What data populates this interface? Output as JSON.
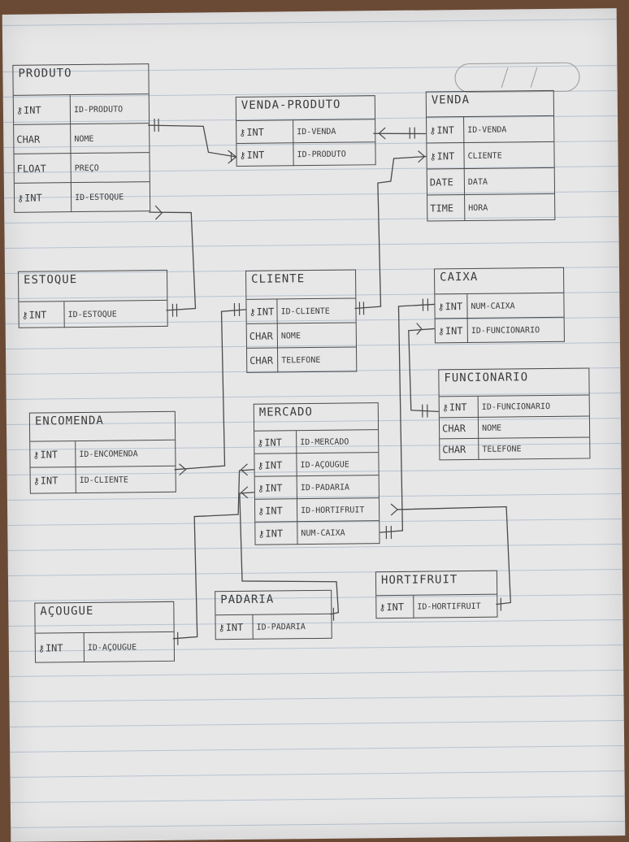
{
  "diagram": {
    "ink_color": "#3c3c3c",
    "tables": [
      {
        "id": "produto",
        "name": "PRODUTO",
        "columns": [
          {
            "type": "INT",
            "name": "ID-PRODUTO",
            "pk": true
          },
          {
            "type": "CHAR",
            "name": "NOME",
            "pk": false
          },
          {
            "type": "FLOAT",
            "name": "PREÇO",
            "pk": false
          },
          {
            "type": "INT",
            "name": "ID-ESTOQUE",
            "pk": true
          }
        ]
      },
      {
        "id": "venda_produto",
        "name": "VENDA-PRODUTO",
        "columns": [
          {
            "type": "INT",
            "name": "ID-VENDA",
            "pk": true
          },
          {
            "type": "INT",
            "name": "ID-PRODUTO",
            "pk": true
          }
        ]
      },
      {
        "id": "venda",
        "name": "VENDA",
        "columns": [
          {
            "type": "INT",
            "name": "ID-VENDA",
            "pk": true
          },
          {
            "type": "INT",
            "name": "CLIENTE",
            "pk": true
          },
          {
            "type": "DATE",
            "name": "DATA",
            "pk": false
          },
          {
            "type": "TIME",
            "name": "HORA",
            "pk": false
          }
        ]
      },
      {
        "id": "estoque",
        "name": "ESTOQUE",
        "columns": [
          {
            "type": "INT",
            "name": "ID-ESTOQUE",
            "pk": true
          }
        ]
      },
      {
        "id": "cliente",
        "name": "CLIENTE",
        "columns": [
          {
            "type": "INT",
            "name": "ID-CLIENTE",
            "pk": true
          },
          {
            "type": "CHAR",
            "name": "NOME",
            "pk": false
          },
          {
            "type": "CHAR",
            "name": "TELEFONE",
            "pk": false
          }
        ]
      },
      {
        "id": "caixa",
        "name": "CAIXA",
        "columns": [
          {
            "type": "INT",
            "name": "NUM-CAIXA",
            "pk": true
          },
          {
            "type": "INT",
            "name": "ID-FUNCIONARIO",
            "pk": true
          }
        ]
      },
      {
        "id": "funcionario",
        "name": "FUNCIONARIO",
        "columns": [
          {
            "type": "INT",
            "name": "ID-FUNCIONARIO",
            "pk": true
          },
          {
            "type": "CHAR",
            "name": "NOME",
            "pk": false
          },
          {
            "type": "CHAR",
            "name": "TELEFONE",
            "pk": false
          }
        ]
      },
      {
        "id": "encomenda",
        "name": "ENCOMENDA",
        "columns": [
          {
            "type": "INT",
            "name": "ID-ENCOMENDA",
            "pk": true
          },
          {
            "type": "INT",
            "name": "ID-CLIENTE",
            "pk": true
          }
        ]
      },
      {
        "id": "mercado",
        "name": "MERCADO",
        "columns": [
          {
            "type": "INT",
            "name": "ID-MERCADO",
            "pk": true
          },
          {
            "type": "INT",
            "name": "ID-AÇOUGUE",
            "pk": true
          },
          {
            "type": "INT",
            "name": "ID-PADARIA",
            "pk": true
          },
          {
            "type": "INT",
            "name": "ID-HORTIFRUIT",
            "pk": true
          },
          {
            "type": "INT",
            "name": "NUM-CAIXA",
            "pk": true
          }
        ]
      },
      {
        "id": "acougue",
        "name": "AÇOUGUE",
        "columns": [
          {
            "type": "INT",
            "name": "ID-AÇOUGUE",
            "pk": true
          }
        ]
      },
      {
        "id": "padaria",
        "name": "PADARIA",
        "columns": [
          {
            "type": "INT",
            "name": "ID-PADARIA",
            "pk": true
          }
        ]
      },
      {
        "id": "hortifruit",
        "name": "HORTIFRUIT",
        "columns": [
          {
            "type": "INT",
            "name": "ID-HORTIFRUIT",
            "pk": true
          }
        ]
      }
    ]
  }
}
